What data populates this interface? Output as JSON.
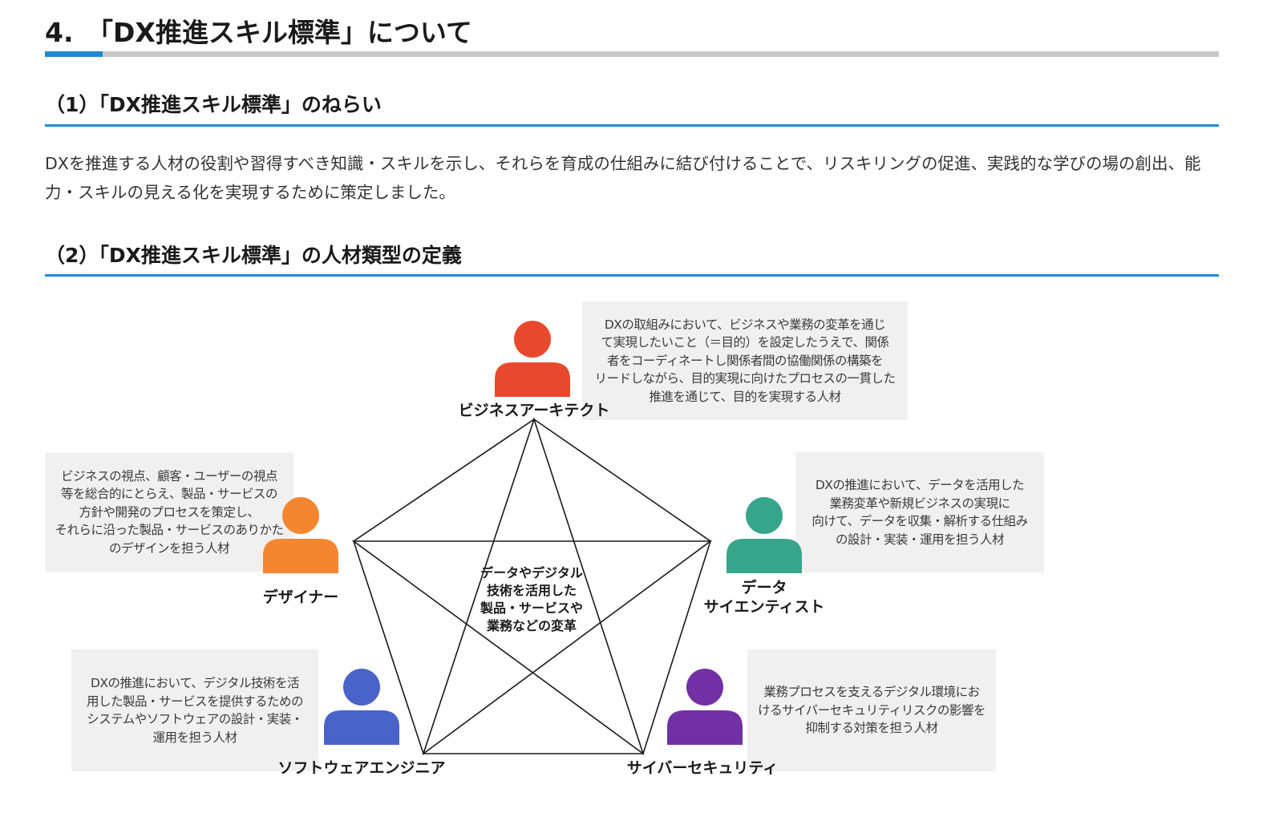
{
  "section": {
    "title": "4.　「DX推進スキル標準」について"
  },
  "aim": {
    "heading": "（1）「DX推進スキル標準」のねらい",
    "body": "DXを推進する人材の役割や習得すべき知識・スキルを示し、それらを育成の仕組みに結び付けることで、リスキリングの促進、実践的な学びの場の創出、能力・スキルの見える化を実現するために策定しました。"
  },
  "types": {
    "heading": "（2）「DX推進スキル標準」の人材類型の定義",
    "center_lines": [
      "データやデジタル",
      "技術を活用した",
      "製品・サービスや",
      "業務などの変革"
    ],
    "roles": {
      "business_architect": {
        "label": "ビジネスアーキテクト",
        "desc": [
          "DXの取組みにおいて、ビジネスや業務の変革を通じ",
          "て実現したいこと（＝目的）を設定したうえで、関係",
          "者をコーディネートし関係者間の協働関係の構築を",
          "リードしながら、目的実現に向けたプロセスの一貫した",
          "推進を通じて、目的を実現する人材"
        ],
        "color": "#e8492e"
      },
      "designer": {
        "label": "デザイナー",
        "desc": [
          "ビジネスの視点、顧客・ユーザーの視点",
          "等を総合的にとらえ、製品・サービスの",
          "方針や開発のプロセスを策定し、",
          "それらに沿った製品・サービスのありかた",
          "のデザインを担う人材"
        ],
        "color": "#f58631"
      },
      "data_scientist": {
        "label_lines": [
          "データ",
          "サイエンティスト"
        ],
        "desc": [
          "DXの推進において、データを活用した",
          "業務変革や新規ビジネスの実現に",
          "向けて、データを収集・解析する仕組み",
          "の設計・実装・運用を担う人材"
        ],
        "color": "#36a58a"
      },
      "software_engineer": {
        "label": "ソフトウェアエンジニア",
        "desc": [
          "DXの推進において、デジタル技術を活",
          "用した製品・サービスを提供するための",
          "システムやソフトウェアの設計・実装・",
          "運用を担う人材"
        ],
        "color": "#4a63c9"
      },
      "cyber_security": {
        "label": "サイバーセキュリティ",
        "desc": [
          "業務プロセスを支えるデジタル環境にお",
          "けるサイバーセキュリティリスクの影響を",
          "抑制する対策を担う人材"
        ],
        "color": "#7130a3"
      }
    }
  }
}
